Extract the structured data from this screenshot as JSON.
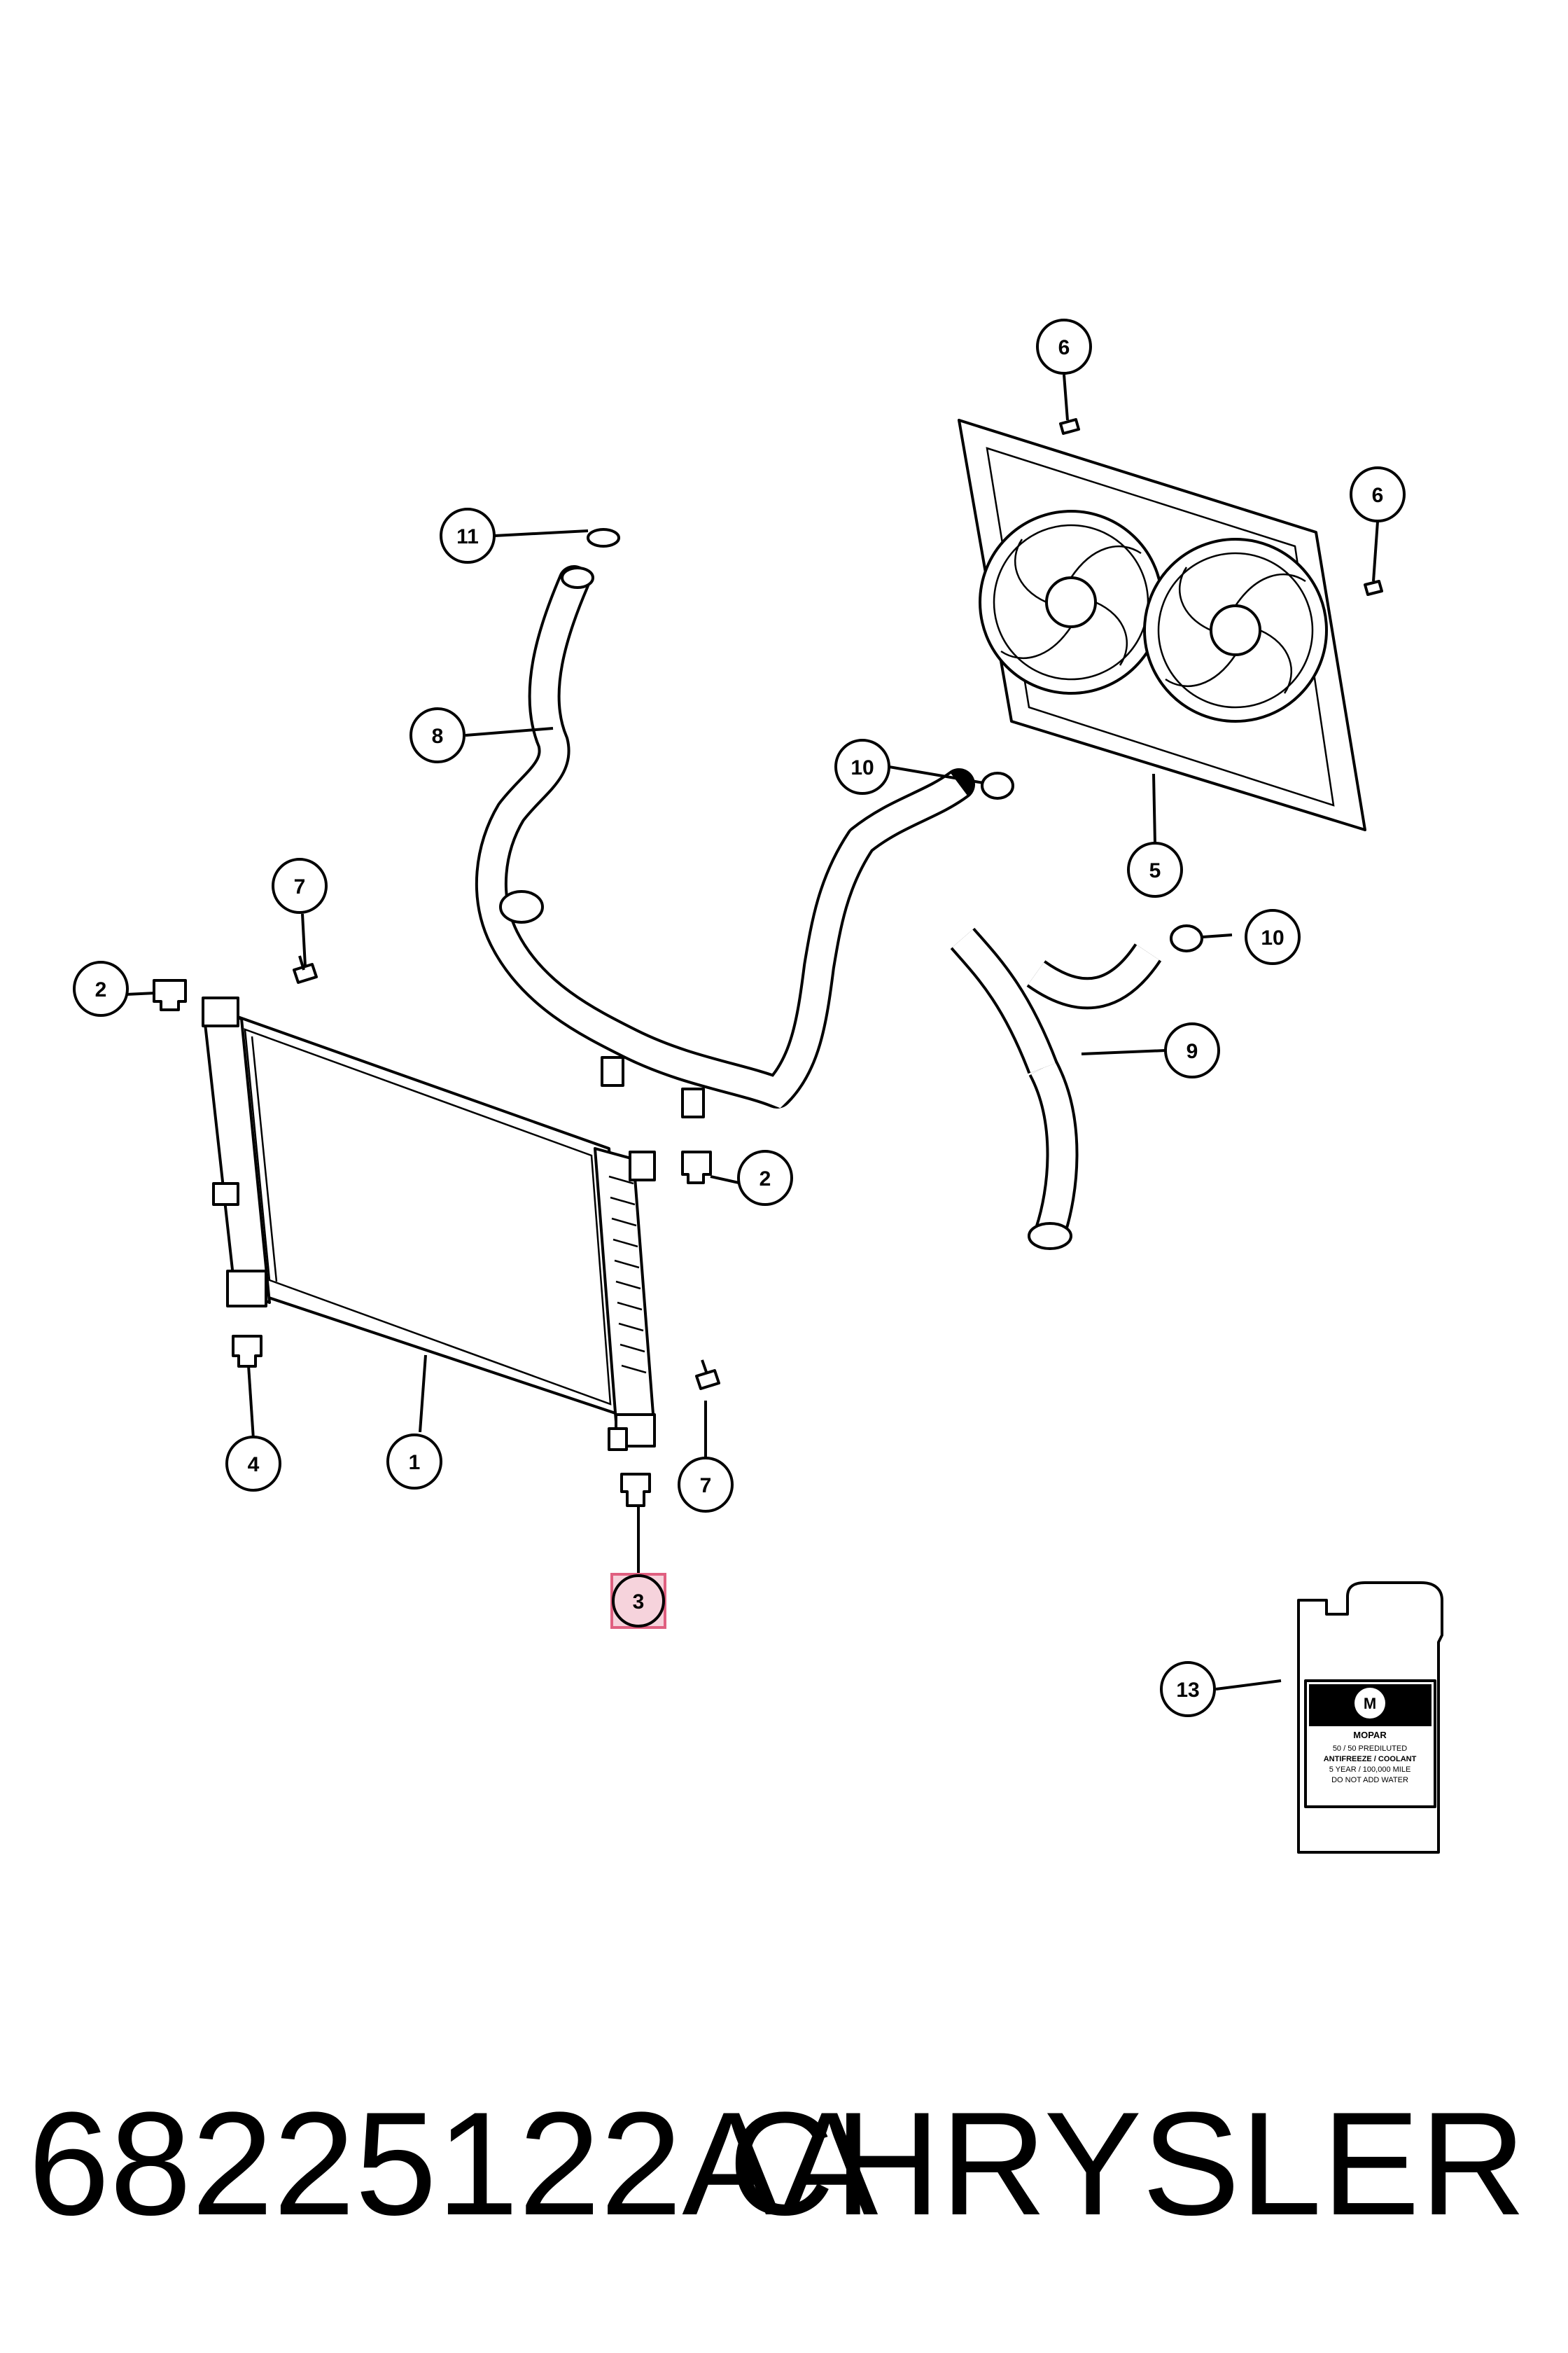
{
  "callouts": {
    "c1": "1",
    "c2a": "2",
    "c2b": "2",
    "c3": "3",
    "c4": "4",
    "c5": "5",
    "c6a": "6",
    "c6b": "6",
    "c7a": "7",
    "c7b": "7",
    "c8": "8",
    "c9": "9",
    "c10a": "10",
    "c10b": "10",
    "c11": "11",
    "c13": "13"
  },
  "jug_label": {
    "brand": "MOPAR",
    "line1": "50 / 50 PREDILUTED",
    "line2": "ANTIFREEZE / COOLANT",
    "line3": "5 YEAR / 100,000 MILE",
    "line4": "DO NOT ADD WATER"
  },
  "footer": {
    "part_number": "68225122AA",
    "brand": "CHRYSLER"
  },
  "colors": {
    "highlight": "#e06080",
    "highlight_fill": "#f6d3dc",
    "ink": "#000000"
  }
}
